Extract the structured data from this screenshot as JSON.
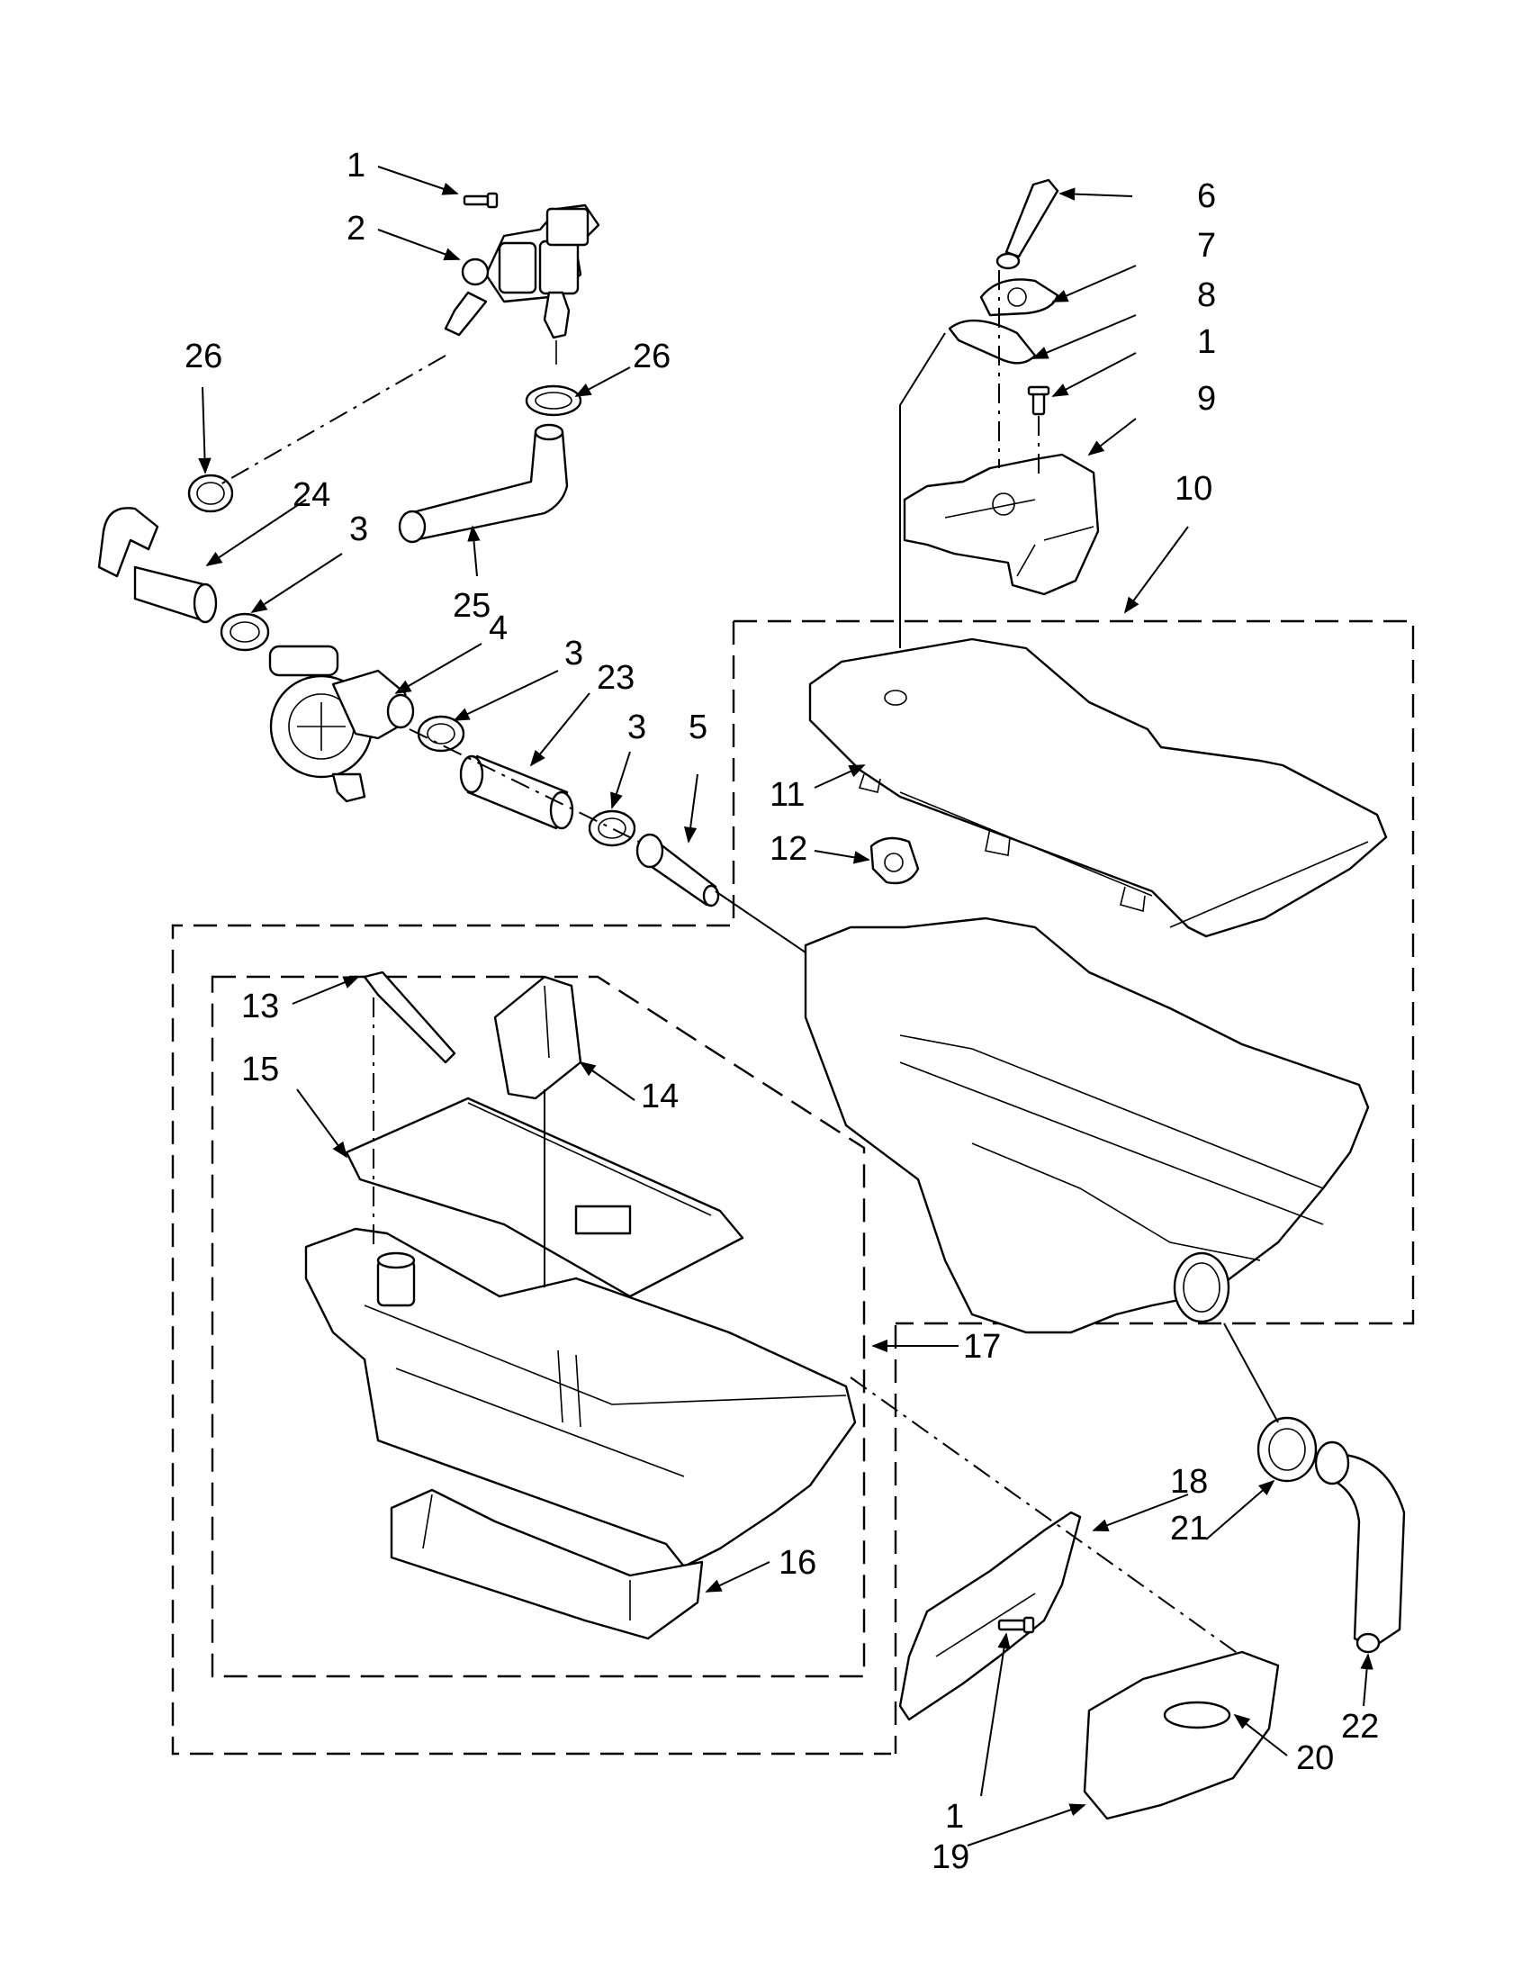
{
  "callouts": {
    "c1a": "1",
    "c2": "2",
    "c26a": "26",
    "c26b": "26",
    "c24": "24",
    "c3a": "3",
    "c25": "25",
    "c4": "4",
    "c3b": "3",
    "c23": "23",
    "c3c": "3",
    "c5": "5",
    "c6": "6",
    "c7": "7",
    "c8": "8",
    "c1b": "1",
    "c9": "9",
    "c10": "10",
    "c11": "11",
    "c12": "12",
    "c13": "13",
    "c15": "15",
    "c14": "14",
    "c17": "17",
    "c18": "18",
    "c21": "21",
    "c16": "16",
    "c22": "22",
    "c1c": "1",
    "c20": "20",
    "c19": "19"
  }
}
